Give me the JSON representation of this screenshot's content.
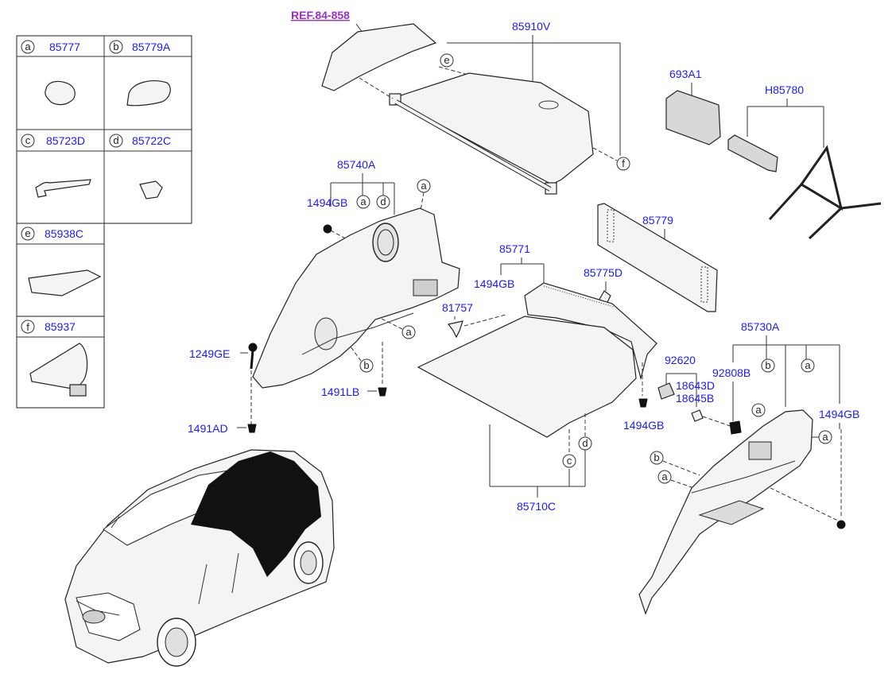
{
  "ref": {
    "label": "REF.84-858"
  },
  "legend": {
    "cells": [
      {
        "letter": "a",
        "part": "85777"
      },
      {
        "letter": "b",
        "part": "85779A"
      },
      {
        "letter": "c",
        "part": "85723D"
      },
      {
        "letter": "d",
        "part": "85722C"
      },
      {
        "letter": "e",
        "part": "85938C"
      },
      {
        "letter": "f",
        "part": "85937"
      }
    ]
  },
  "parts": {
    "p85910V": "85910V",
    "p693A1": "693A1",
    "pH85780": "H85780",
    "p85740A": "85740A",
    "p1494GB_left": "1494GB",
    "p85779": "85779",
    "p85771": "85771",
    "p1494GB_mid": "1494GB",
    "p85775D": "85775D",
    "p81757": "81757",
    "p1249GE": "1249GE",
    "p1491LB": "1491LB",
    "p1491AD": "1491AD",
    "p85730A": "85730A",
    "p92620": "92620",
    "p92808B": "92808B",
    "p18643D": "18643D",
    "p18645B": "18645B",
    "p1494GB_right": "1494GB",
    "p1494GB_lower": "1494GB",
    "p85710C": "85710C"
  },
  "callouts": {
    "e1": "e",
    "f1": "f",
    "a_top": "a",
    "a_mid": "a",
    "a_low": "a",
    "a_85740": "a",
    "d_85740": "d",
    "b_left": "b",
    "c_mat": "c",
    "d_mat": "d",
    "b_85730": "b",
    "a_85730": "a",
    "a_r1": "a",
    "a_r2": "a",
    "b_r": "b",
    "a_r3": "a"
  }
}
